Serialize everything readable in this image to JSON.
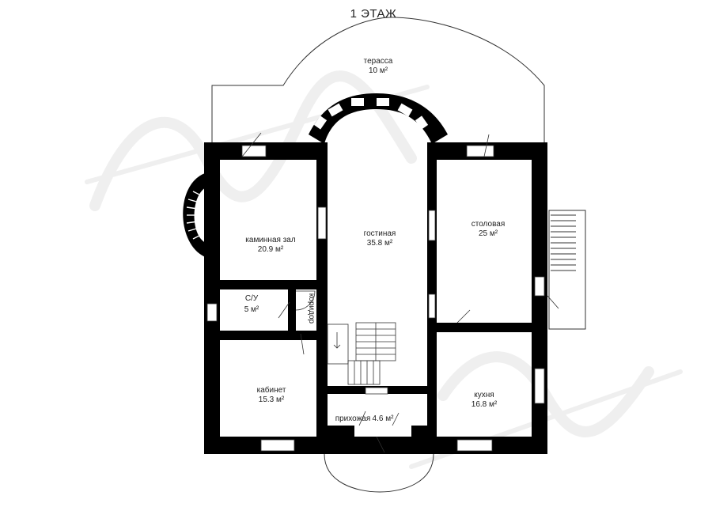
{
  "plan_title": "1 ЭТАЖ",
  "rooms": {
    "terrace": {
      "name": "терасса",
      "area": "10 м²"
    },
    "fireplace_hall": {
      "name": "каминная зал",
      "area": "20.9 м²"
    },
    "living_room": {
      "name": "гостиная",
      "area": "35.8 м²"
    },
    "dining_room": {
      "name": "столовая",
      "area": "25 м²"
    },
    "bathroom": {
      "name": "С/У",
      "area": "5 м²"
    },
    "corridor": {
      "name": "коридор"
    },
    "office": {
      "name": "кабинет",
      "area": "15.3 м²"
    },
    "hallway": {
      "name": "прихожая",
      "area": "4.6 м²"
    },
    "kitchen": {
      "name": "кухня",
      "area": "16.8 м²"
    }
  },
  "colors": {
    "wall": "#000000",
    "window": "#ffffff",
    "line": "#333333",
    "watermark": "#f1f1f1"
  }
}
